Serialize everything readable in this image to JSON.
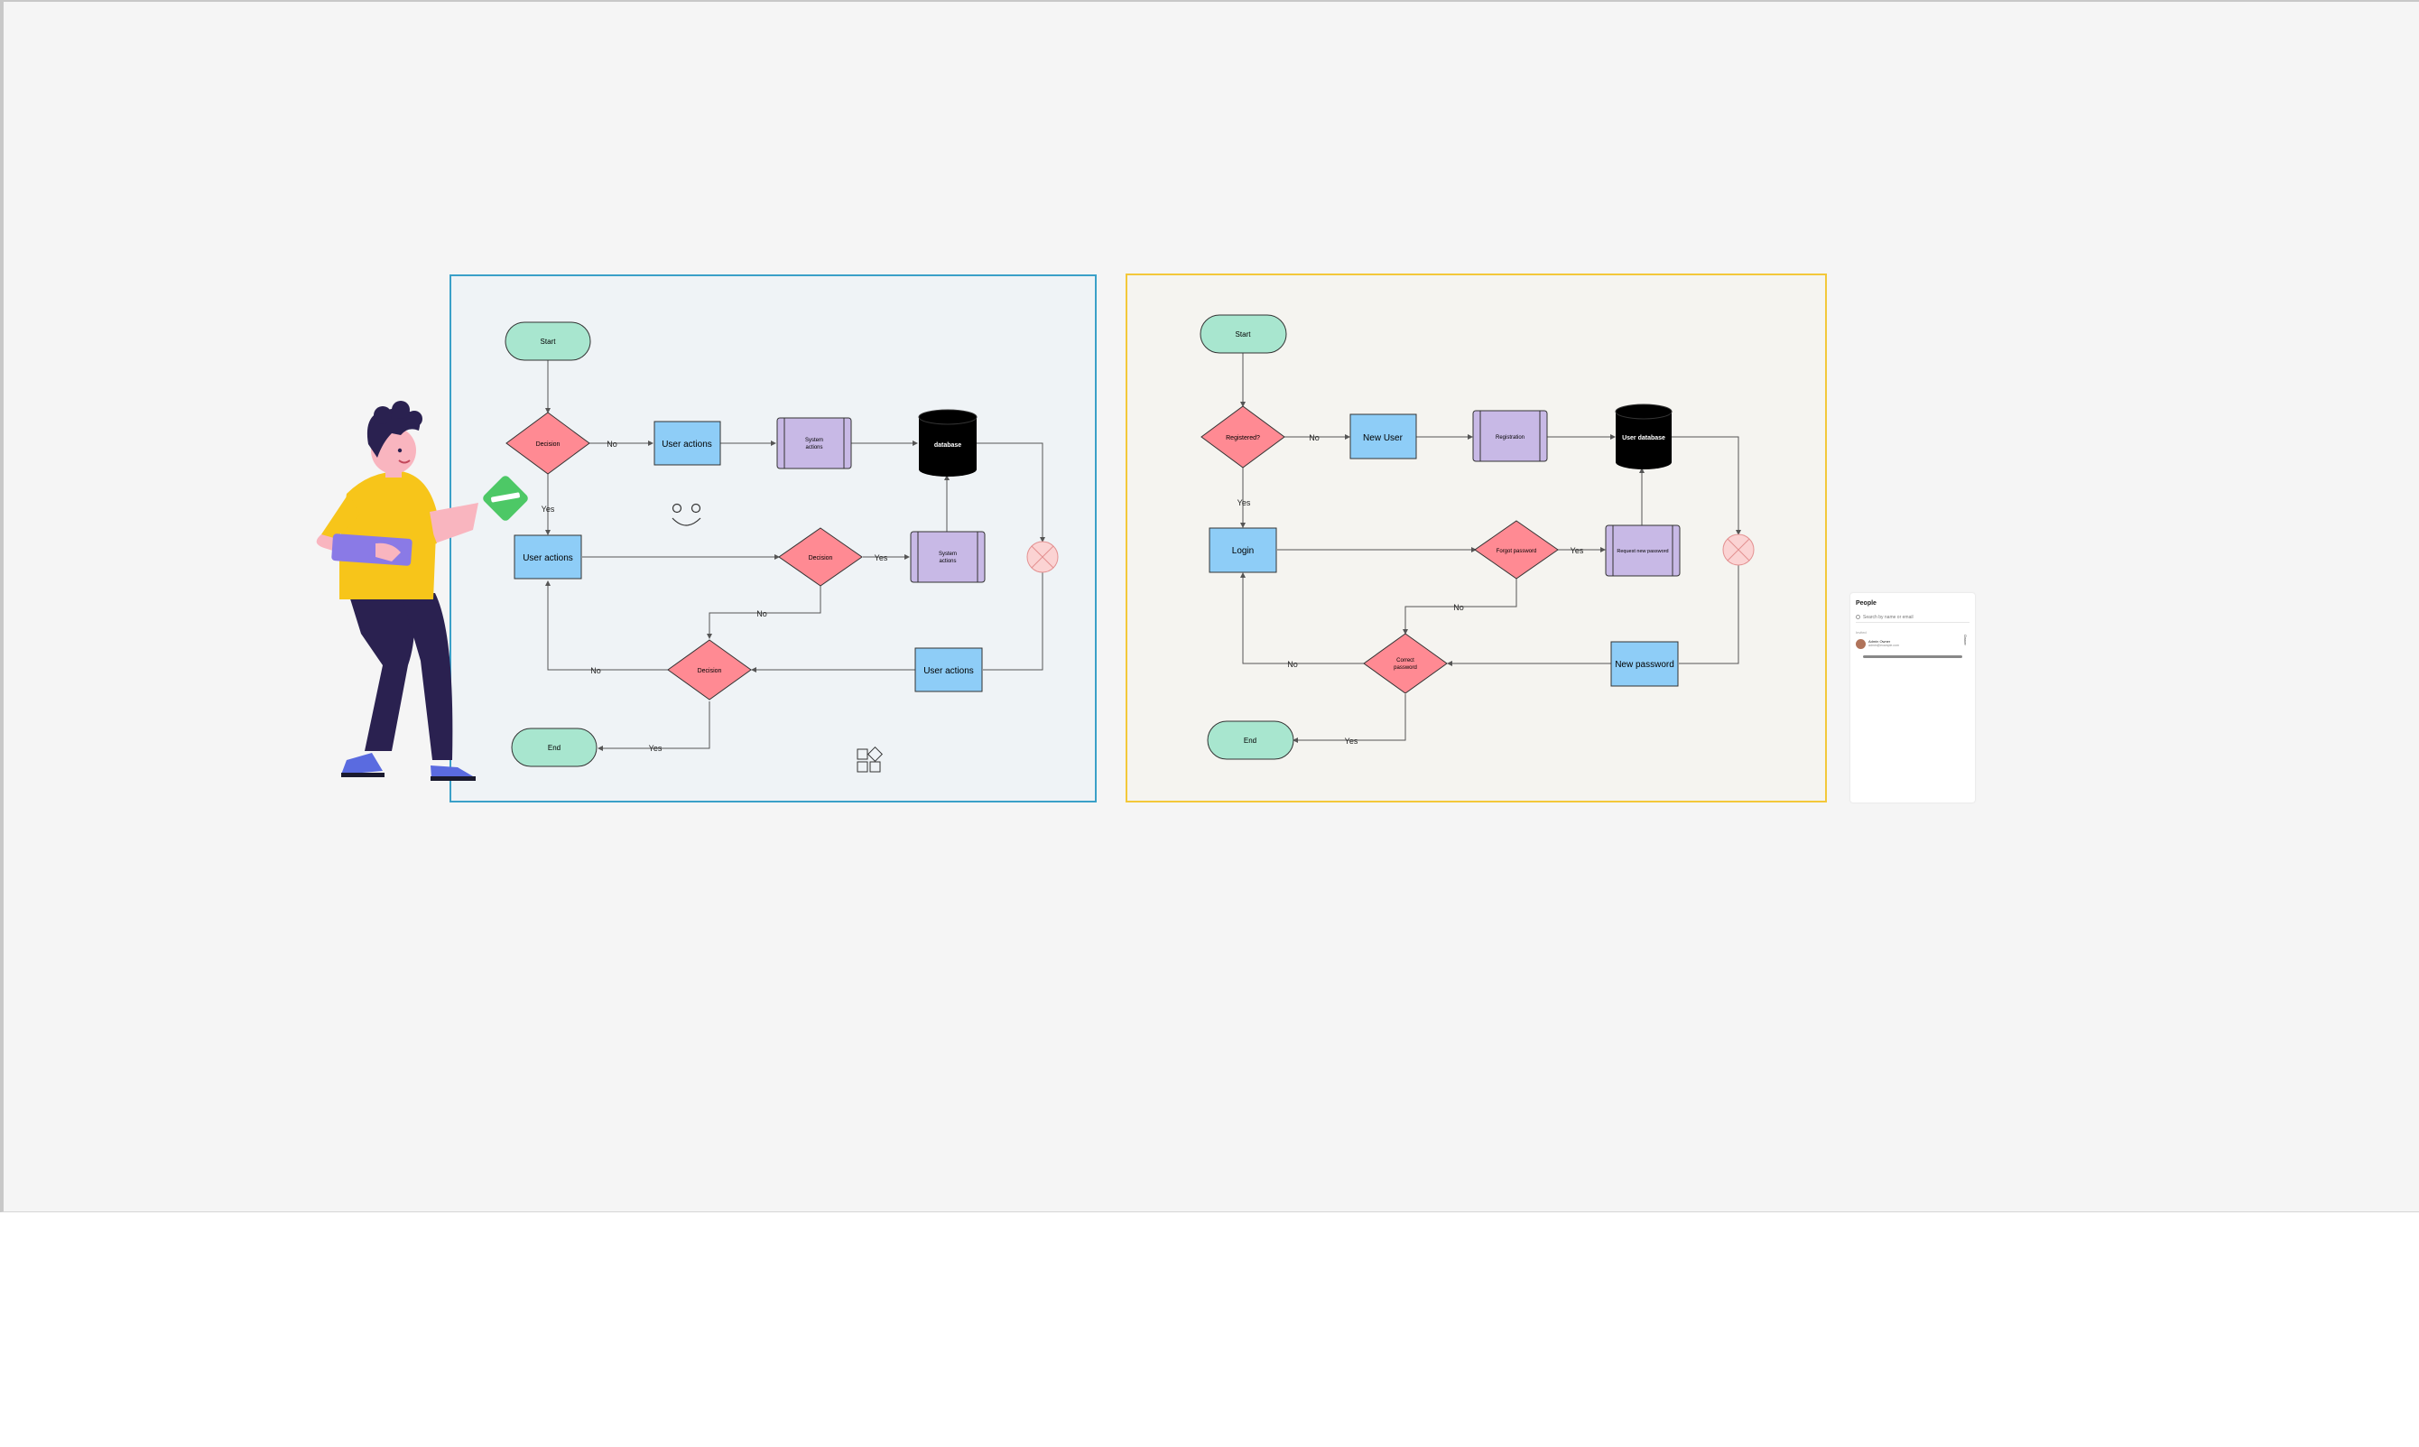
{
  "edge_labels": {
    "yes": "Yes",
    "no": "No"
  },
  "flow_a": {
    "start": "Start",
    "decision_top": "Decision",
    "user_actions_top": "User actions",
    "system_actions_top": [
      "System",
      "actions"
    ],
    "database": "database",
    "user_actions_mid": "User actions",
    "decision_mid": "Decision",
    "system_actions_mid": [
      "System",
      "actions"
    ],
    "decision_bottom": "Decision",
    "user_actions_bottom": "User actions",
    "end": "End"
  },
  "flow_b": {
    "start": "Start",
    "registered": "Registered?",
    "new_user": "New User",
    "registration": "Registration",
    "user_database": "User database",
    "login": "Login",
    "forgot_password": "Forgot password",
    "request_new_password": "Request new password",
    "correct_password": [
      "Correct",
      "password"
    ],
    "new_password": "New password",
    "end": "End"
  },
  "people_panel": {
    "title": "People",
    "search_placeholder": "Search by name or email",
    "section": "Invited",
    "user_name": "Admin Owner",
    "user_email": "admin@example.com",
    "role": "Owner"
  },
  "colors": {
    "canvas": "#f5f5f5",
    "frame_a_border": "#3aa0c8",
    "frame_a_fill": "#eff3f6",
    "frame_b_border": "#f3c83a",
    "frame_b_fill": "#f5f4f0",
    "terminal": "#a8e6cf",
    "decision": "#ff8a93",
    "process": "#8ecdf7",
    "subprocess": "#c8b9e6",
    "database": "#000000",
    "stop": "#fbd3d3"
  }
}
